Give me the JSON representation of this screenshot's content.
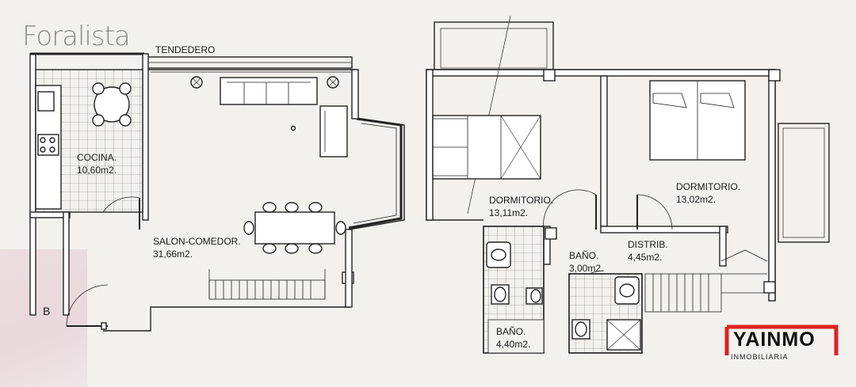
{
  "logos": {
    "top_left": "Foralista",
    "bottom_right_main": "YAINMO",
    "bottom_right_sub": "INMOBILIARIA"
  },
  "rooms": {
    "tendedero": "TENDEDERO",
    "cocina_name": "COCINA.",
    "cocina_area": "10,60m2.",
    "salon_name": "SALON-COMEDOR.",
    "salon_area": "31,66m2.",
    "dorm1_name": "DORMITORIO.",
    "dorm1_area": "13,11m2.",
    "dorm2_name": "DORMITORIO.",
    "dorm2_area": "13,02m2.",
    "bano1_name": "BAÑO.",
    "bano1_area": "3,00m2.",
    "distrib_name": "DISTRIB.",
    "distrib_area": "4,45m2.",
    "bano2_name": "BAÑO.",
    "bano2_area": "4,40m2.",
    "marker_b": "B"
  }
}
